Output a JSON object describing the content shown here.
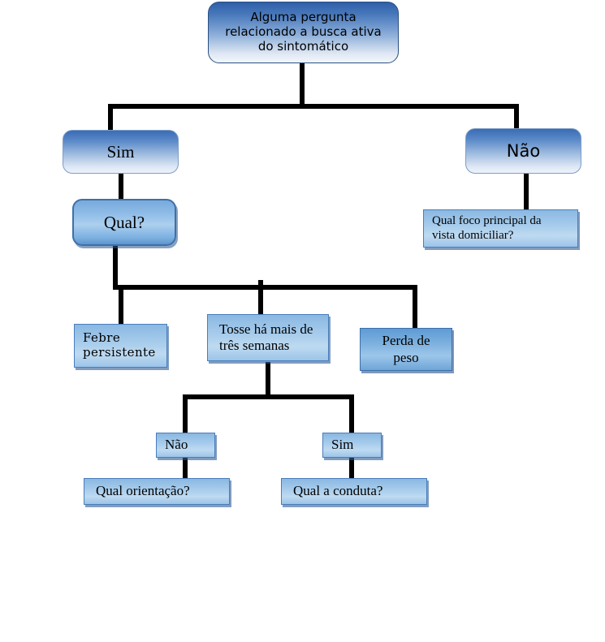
{
  "diagram": {
    "title": "Fluxograma de busca ativa do sintomatico",
    "background_color": "#ffffff",
    "connector_color": "#000000",
    "accent_color": "#4878bb",
    "nodes": {
      "root": {
        "label": "Alguma pergunta\nrelacionado a busca ativa\ndo sintomático"
      },
      "sim_top": {
        "label": "Sim"
      },
      "nao_top": {
        "label": "Não"
      },
      "qual": {
        "label": "Qual?"
      },
      "foco": {
        "label": "Qual foco principal da\nvista domiciliar?"
      },
      "febre": {
        "label": "Febre\npersistente"
      },
      "tosse": {
        "label": "Tosse há mais de\ntrês semanas"
      },
      "perda": {
        "label": "Perda de\npeso"
      },
      "nao_bottom": {
        "label": "Não"
      },
      "sim_bottom": {
        "label": "Sim"
      },
      "orientacao": {
        "label": "Qual orientação?"
      },
      "conduta": {
        "label": "Qual a conduta?"
      }
    }
  }
}
